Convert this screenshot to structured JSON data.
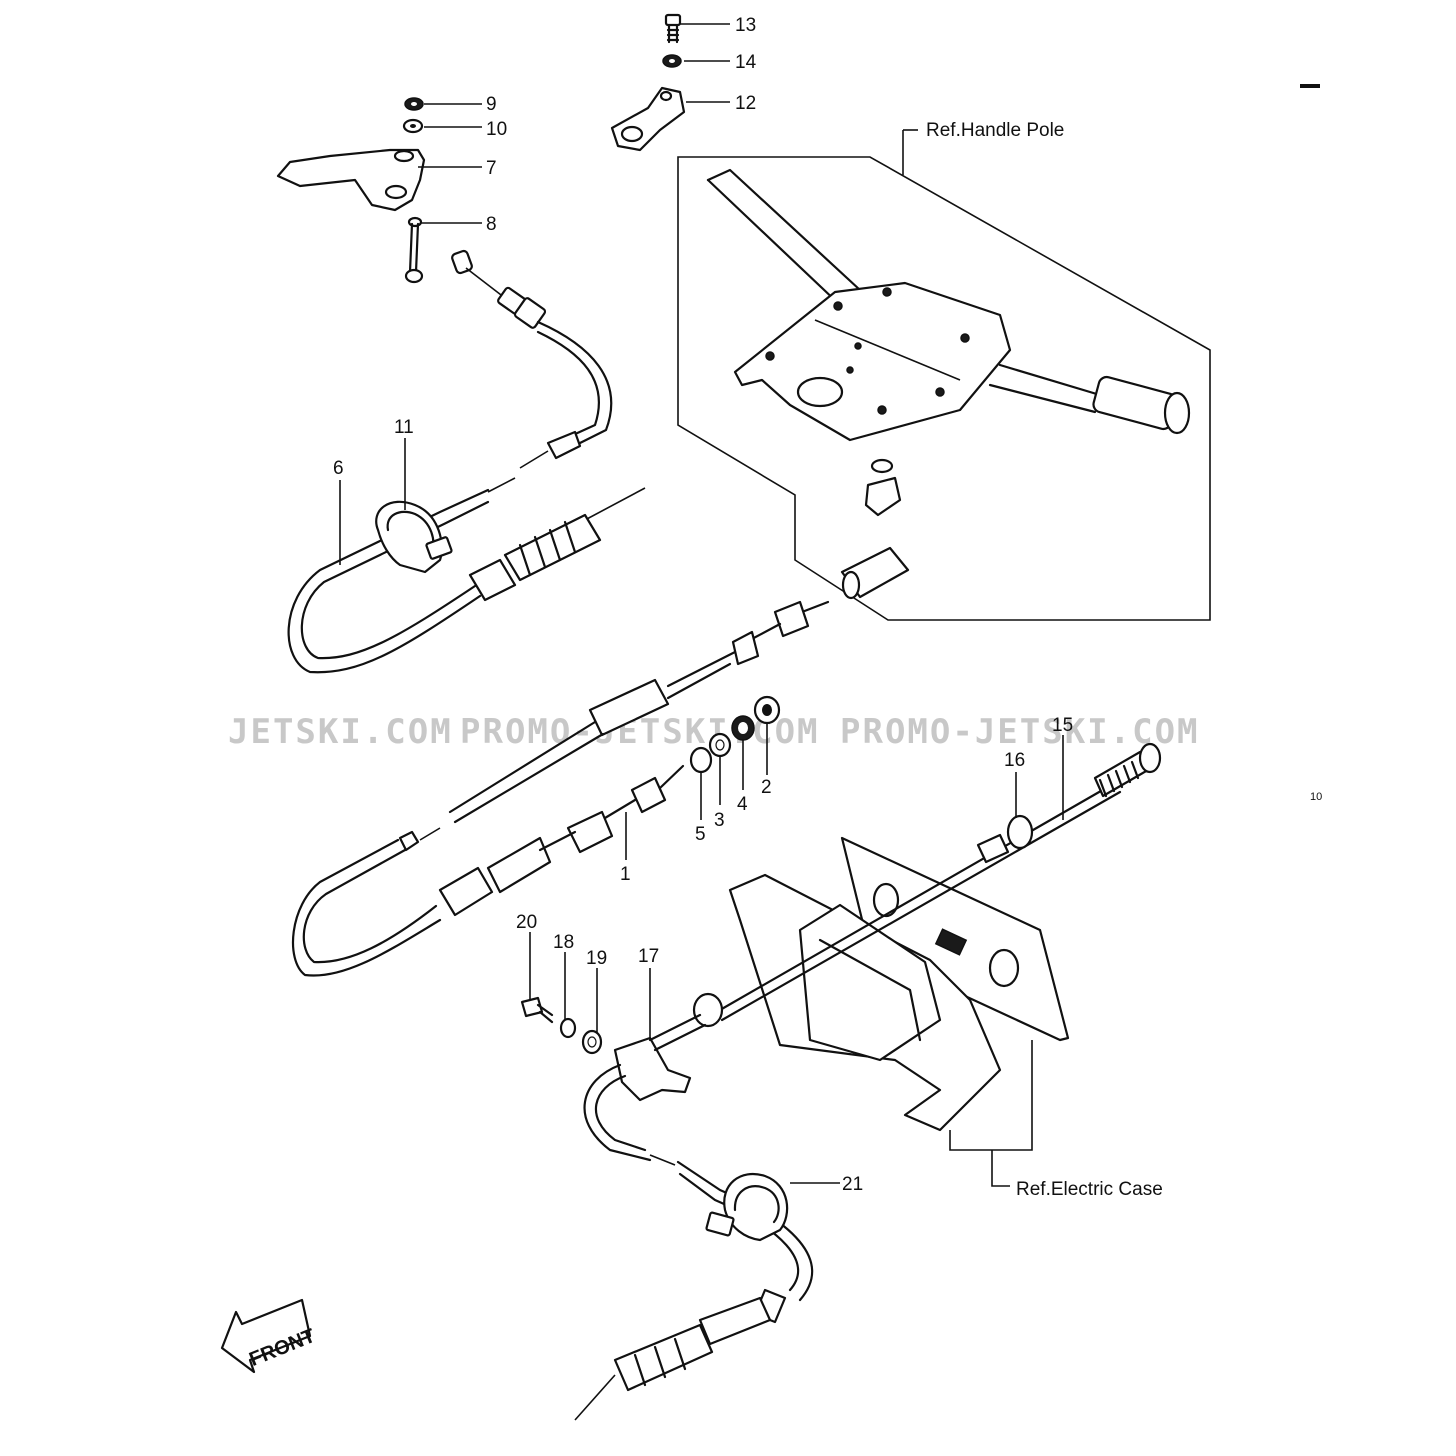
{
  "callouts": {
    "c1": "1",
    "c2": "2",
    "c3": "3",
    "c4": "4",
    "c5": "5",
    "c6": "6",
    "c7": "7",
    "c8": "8",
    "c9": "9",
    "c10": "10",
    "c11": "11",
    "c12": "12",
    "c13": "13",
    "c14": "14",
    "c15": "15",
    "c16": "16",
    "c17": "17",
    "c18": "18",
    "c19": "19",
    "c20": "20",
    "c21": "21"
  },
  "refs": {
    "handle_pole": "Ref.Handle Pole",
    "electric_case": "Ref.Electric Case"
  },
  "front_arrow": "FRONT",
  "watermarks": {
    "w1": "JETSKI.COM",
    "w2": "PROMO-JETSKI.COM",
    "w3": "PROMO-JETSKI.COM"
  },
  "margin_note": "10"
}
